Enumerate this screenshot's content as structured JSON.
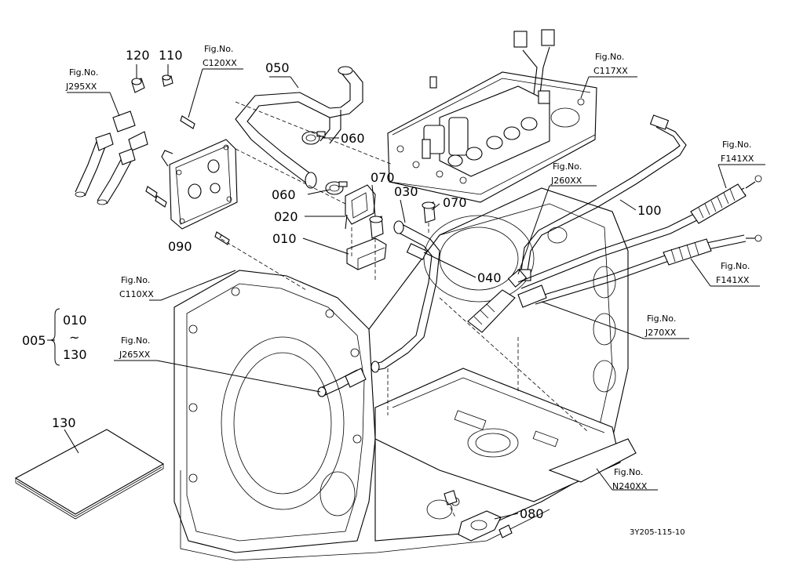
{
  "callouts": {
    "c120": "120",
    "c110": "110",
    "c050": "050",
    "c060a": "060",
    "c060b": "060",
    "c070a": "070",
    "c070b": "070",
    "c030": "030",
    "c020": "020",
    "c010": "010",
    "c040": "040",
    "c090": "090",
    "c100": "100",
    "c080": "080",
    "c130": "130"
  },
  "set": {
    "code": "005",
    "from": "010",
    "tilde": "~",
    "to": "130"
  },
  "fig_refs": {
    "j295": {
      "line1": "Fig.No.",
      "line2": "J295XX"
    },
    "c120": {
      "line1": "Fig.No.",
      "line2": "C120XX"
    },
    "c117": {
      "line1": "Fig.No.",
      "line2": "C117XX"
    },
    "j260": {
      "line1": "Fig.No.",
      "line2": "J260XX"
    },
    "f141a": {
      "line1": "Fig.No.",
      "line2": "F141XX"
    },
    "f141b": {
      "line1": "Fig.No.",
      "line2": "F141XX"
    },
    "c110": {
      "line1": "Fig.No.",
      "line2": "C110XX"
    },
    "j270": {
      "line1": "Fig.No.",
      "line2": "J270XX"
    },
    "j265": {
      "line1": "Fig.No.",
      "line2": "J265XX"
    },
    "n240": {
      "line1": "Fig.No.",
      "line2": "N240XX"
    }
  },
  "drawing_code": "3Y205-115-10"
}
